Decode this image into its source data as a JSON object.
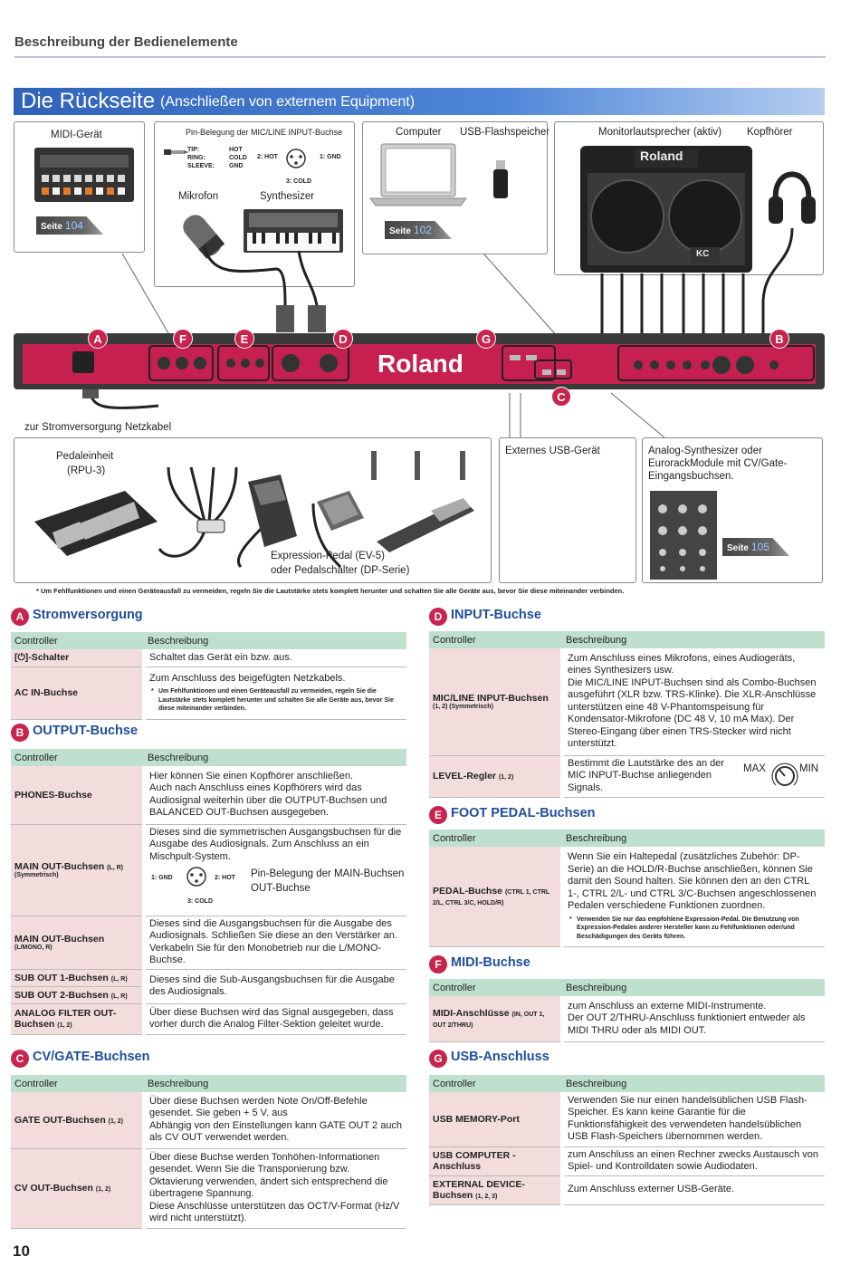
{
  "header": {
    "section_title": "Beschreibung der Bedienelemente",
    "page_number": "10"
  },
  "title": {
    "main": "Die Rückseite",
    "sub": "(Anschließen von externem Equipment)"
  },
  "diagram": {
    "midi_device": "MIDI-Gerät",
    "seite_104": "104",
    "seite_102": "102",
    "seite_105": "105",
    "seite_label": "Seite",
    "pin_title": "Pin-Belegung der MIC/LINE INPUT-Buchse",
    "pin_tip": "TIP:",
    "pin_ring": "RING:",
    "pin_sleeve": "SLEEVE:",
    "pin_hot": "HOT",
    "pin_cold": "COLD",
    "pin_gnd": "GND",
    "xlr_2hot": "2: HOT",
    "xlr_1gnd": "1: GND",
    "xlr_3cold": "3: COLD",
    "mikrofon": "Mikrofon",
    "synthesizer": "Synthesizer",
    "computer": "Computer",
    "usb_flash": "USB-Flashspeicher",
    "monitor": "Monitorlautsprecher (aktiv)",
    "kopfhoerer": "Kopfhörer",
    "amp_brand": "Roland",
    "amp_model": "KC",
    "panel_brand": "Roland",
    "power_label": "zur Stromversorgung",
    "netzkabel": "Netzkabel",
    "pedal_unit": "Pedaleinheit",
    "pedal_model": "(RPU-3)",
    "expression": "Expression-Pedal (EV-5)",
    "pedalschalter": "oder Pedalschalter (DP-Serie)",
    "ext_usb": "Externes USB-Gerät",
    "analog_synth_1": "Analog-Synthesizer oder",
    "analog_synth_2": "EurorackModule mit CV/Gate-",
    "analog_synth_3": "Eingangsbuchsen.",
    "letters": [
      "A",
      "F",
      "E",
      "D",
      "G",
      "B",
      "C"
    ]
  },
  "footnote": "*    Um Fehlfunktionen und einen Geräteausfall zu vermeiden, regeln Sie die Lautstärke stets komplett herunter und schalten Sie alle Geräte aus, bevor Sie diese miteinander verbinden.",
  "col_controller": "Controller",
  "col_beschreibung": "Beschreibung",
  "sections": {
    "A": {
      "title": "Stromversorgung",
      "r1_c": "-Schalter",
      "r1_sym": "[⏻]",
      "r1_d": "Schaltet das Gerät ein bzw. aus.",
      "r2_c": "AC IN-Buchse",
      "r2_d": "Zum Anschluss des beigefügten Netzkabels.",
      "r2_note": "Um Fehlfunktionen und einen Geräteausfall zu vermeiden, regeln Sie die Lautstärke stets komplett herunter und schalten Sie alle Geräte aus, bevor Sie diese miteinander verbinden."
    },
    "B": {
      "title": "OUTPUT-Buchse",
      "r1_c": "PHONES-Buchse",
      "r1_d1": "Hier können Sie einen Kopfhörer anschließen.",
      "r1_d2": "Auch nach Anschluss eines Kopfhörers wird das Audiosignal weiterhin über die OUTPUT-Buchsen und BALANCED OUT-Buchsen ausgegeben.",
      "r2_c": "MAIN OUT-Buchsen",
      "r2_cs": "(L, R)",
      "r2_sub": "(Symmetrisch)",
      "r2_d": "Dieses sind die symmetrischen Ausgangsbuchsen für die Ausgabe des Audiosignals. Zum Anschluss an ein Mischpult-System.",
      "r2_pin": "Pin-Belegung der MAIN-Buchsen OUT-Buchse",
      "r2_1gnd": "1: GND",
      "r2_2hot": "2: HOT",
      "r2_3cold": "3: COLD",
      "r3_c": "MAIN OUT-Buchsen",
      "r3_sub": "(L/MONO, R)",
      "r3_d": "Dieses sind die Ausgangsbuchsen für die Ausgabe des Audiosignals. Schließen Sie diese an den Verstärker an. Verkabeln Sie für den Monobetrieb nur die L/MONO-Buchse.",
      "r4_c": "SUB OUT 1-Buchsen",
      "r4_cs": "(L, R)",
      "r5_c": "SUB OUT 2-Buchsen",
      "r5_cs": "(L, R)",
      "r45_d": "Dieses sind die Sub-Ausgangsbuchsen für die Ausgabe des Audiosignals.",
      "r6_c": "ANALOG FILTER OUT-Buchsen",
      "r6_cs": "(1, 2)",
      "r6_d": "Über diese Buchsen wird das Signal ausgegeben, dass vorher durch die Analog Filter-Sektion geleitet wurde."
    },
    "C": {
      "title": "CV/GATE-Buchsen",
      "r1_c": "GATE OUT-Buchsen",
      "r1_cs": "(1, 2)",
      "r1_d1": "Über diese Buchsen werden Note On/Off-Befehle gesendet. Sie geben + 5 V. aus",
      "r1_d2": "Abhängig von den Einstellungen kann GATE OUT 2 auch als CV OUT verwendet werden.",
      "r2_c": "CV OUT-Buchsen",
      "r2_cs": "(1, 2)",
      "r2_d1": "Über diese Buchse werden Tonhöhen-Informationen gesendet. Wenn Sie die Transponierung bzw. Oktavierung verwenden, ändert sich entsprechend die übertragene Spannung.",
      "r2_d2": "Diese Anschlüsse unterstützen das OCT/V-Format (Hz/V wird nicht unterstützt)."
    },
    "D": {
      "title": "INPUT-Buchse",
      "r1_c": "MIC/LINE INPUT-Buchsen",
      "r1_sub": "(1, 2) (Symmetrisch)",
      "r1_d1": "Zum Anschluss eines Mikrofons, eines Audiogeräts, eines Synthesizers usw.",
      "r1_d2": "Die MIC/LINE INPUT-Buchsen sind als Combo-Buchsen ausgeführt (XLR bzw. TRS-Klinke). Die XLR-Anschlüsse unterstützen eine 48 V-Phantomspeisung für Kondensator-Mikrofone (DC 48 V, 10 mA Max). Der Stereo-Eingang über einen TRS-Stecker wird nicht unterstützt.",
      "r2_c": "LEVEL-Regler",
      "r2_cs": "(1, 2)",
      "r2_d": "Bestimmt die Lautstärke des an der MIC INPUT-Buchse anliegenden Signals.",
      "r2_max": "MAX",
      "r2_min": "MIN"
    },
    "E": {
      "title": "FOOT PEDAL-Buchsen",
      "r1_c": "PEDAL-Buchse",
      "r1_cs": "(CTRL 1, CTRL 2/L, CTRL 3/C, HOLD/R)",
      "r1_d": "Wenn Sie ein Haltepedal (zusätzliches Zubehör: DP-Serie) an die HOLD/R-Buchse anschließen, können Sie damit den Sound halten. Sie können den an den CTRL 1-, CTRL 2/L- und CTRL 3/C-Buchsen angeschlossenen Pedalen verschiedene Funktionen zuordnen.",
      "r1_note": "Verwenden Sie nur das empfohlene Expression-Pedal. Die Benutzung von Expression-Pedalen anderer Hersteller kann zu Fehlfunktionen oder/und Beschädigungen des Geräts führen."
    },
    "F": {
      "title": "MIDI-Buchse",
      "r1_c": "MIDI-Anschlüsse",
      "r1_cs": "(IN, OUT 1, OUT 2/THRU)",
      "r1_d1": "zum Anschluss an externe MIDI-Instrumente.",
      "r1_d2": "Der OUT 2/THRU-Anschluss funktioniert entweder als MIDI THRU oder als MIDI OUT."
    },
    "G": {
      "title": "USB-Anschluss",
      "r1_c": "USB MEMORY-Port",
      "r1_d": "Verwenden Sie nur einen handelsüblichen USB Flash-Speicher. Es kann keine Garantie für die Funktionsfähigkeit des verwendeten handelsüblichen USB Flash-Speichers übernommen werden.",
      "r2_c": "USB COMPUTER -Anschluss",
      "r2_d": "zum Anschluss an einen Rechner zwecks Austausch von Spiel- und Kontrolldaten sowie Audiodaten.",
      "r3_c": "EXTERNAL DEVICE-Buchsen",
      "r3_cs": "(1, 2, 3)",
      "r3_d": "Zum Anschluss externer USB-Geräte."
    }
  }
}
